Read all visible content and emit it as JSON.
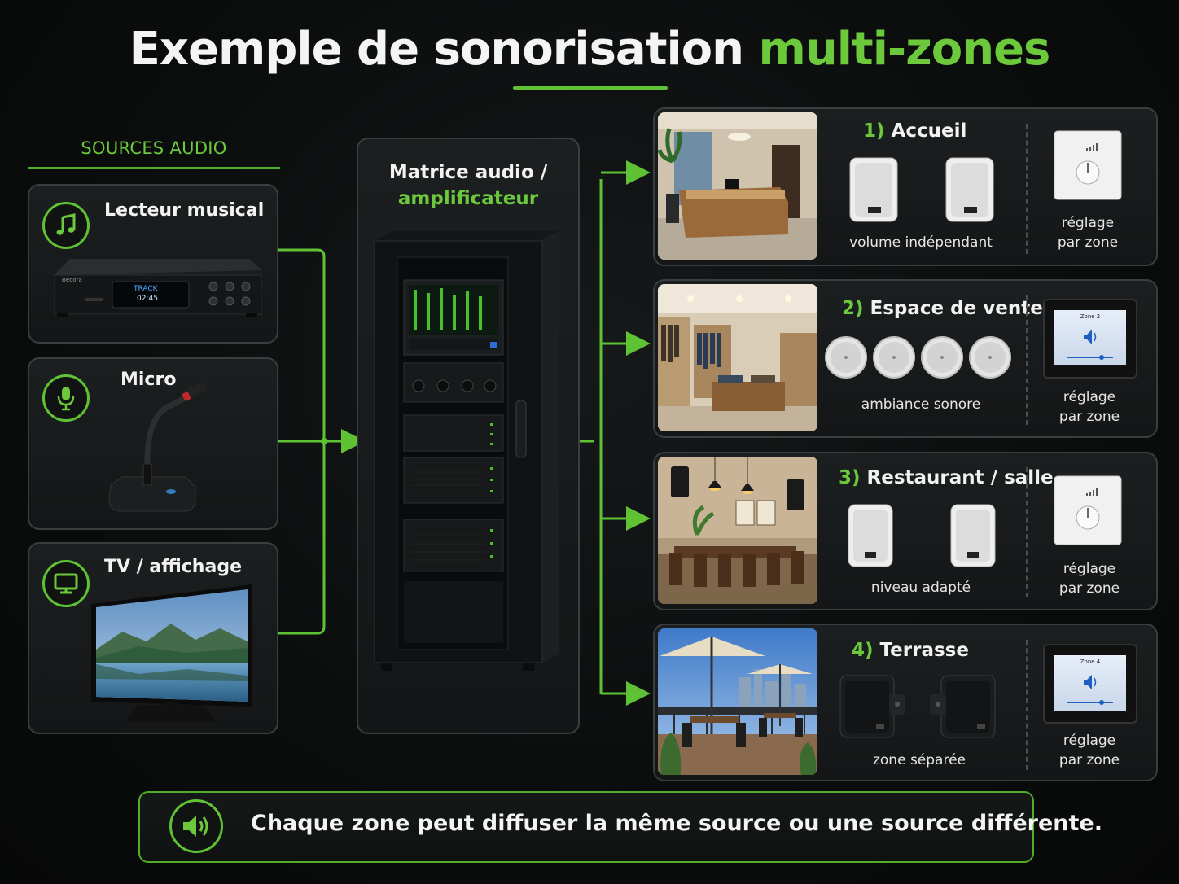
{
  "title": {
    "main": "Exemple de sonorisation",
    "accent": "multi-zones"
  },
  "sources": {
    "heading": "SOURCES AUDIO",
    "items": [
      {
        "label": "Lecteur musical",
        "icon": "music-note-icon",
        "device": {
          "brand": "Beoora",
          "display_line1": "TRACK",
          "display_line2": "02:45"
        }
      },
      {
        "label": "Micro",
        "icon": "microphone-icon"
      },
      {
        "label": "TV / affichage",
        "icon": "monitor-icon"
      }
    ]
  },
  "matrix": {
    "label_line1": "Matrice audio /",
    "label_line2": "amplificateur"
  },
  "zones": [
    {
      "number": "1)",
      "name": "Accueil",
      "caption": "volume indépendant",
      "control": "knob",
      "control_line1": "réglage",
      "control_line2": "par zone"
    },
    {
      "number": "2)",
      "name": "Espace de vente",
      "caption": "ambiance sonore",
      "control": "touch",
      "screen_label": "Zone 2",
      "control_line1": "réglage",
      "control_line2": "par zone"
    },
    {
      "number": "3)",
      "name": "Restaurant / salle",
      "caption": "niveau adapté",
      "control": "knob",
      "control_line1": "réglage",
      "control_line2": "par zone"
    },
    {
      "number": "4)",
      "name": "Terrasse",
      "caption": "zone séparée",
      "control": "touch",
      "screen_label": "Zone 4",
      "control_line1": "réglage",
      "control_line2": "par zone"
    }
  ],
  "footer": {
    "text": "Chaque zone peut diffuser la même source ou une source différente.",
    "icon": "speaker-volume-icon"
  },
  "colors": {
    "accent": "#6cc93c",
    "background": "#0b0d0d",
    "card_border": "#3a3e3f",
    "connector": "#5fc234"
  }
}
